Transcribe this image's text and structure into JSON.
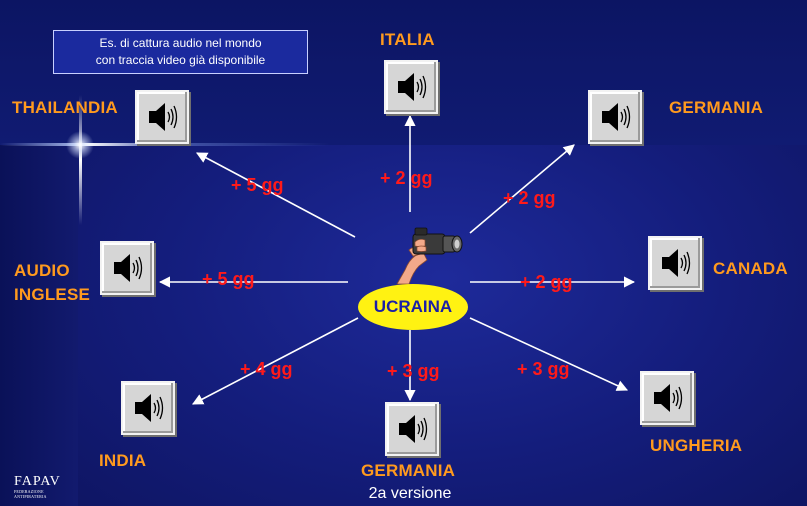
{
  "caption": {
    "line1": "Es. di cattura audio nel mondo",
    "line2": "con traccia video già disponibile"
  },
  "center": {
    "label": "UCRAINA"
  },
  "countries": {
    "italia": "ITALIA",
    "thailandia": "THAILANDIA",
    "germania_top": "GERMANIA",
    "audio_inglese_1": "AUDIO",
    "audio_inglese_2": "INGLESE",
    "canada": "CANADA",
    "india": "INDIA",
    "germania_bottom": "GERMANIA",
    "ungheria": "UNGHERIA"
  },
  "delays": {
    "thailandia": "+ 5 gg",
    "italia": "+ 2 gg",
    "germania_top": "+ 2 gg",
    "audio_inglese": "+ 5 gg",
    "canada": "+ 2 gg",
    "india": "+ 4 gg",
    "germania_bottom": "+ 3 gg",
    "ungheria": "+ 3 gg"
  },
  "footer": {
    "version": "2a versione",
    "logo_main": "FAPAV",
    "logo_sub": "FEDERAZIONE ANTIPIRATERIA"
  },
  "colors": {
    "background": "#141d7c",
    "country_text": "#ff9a1e",
    "delay_text": "#ff1a1a",
    "center_fill": "#fff212",
    "center_text": "#1a1fa8",
    "arrow": "#ffffff"
  },
  "icons": {
    "speaker": "speaker-icon",
    "center": "video-camera-icon"
  }
}
